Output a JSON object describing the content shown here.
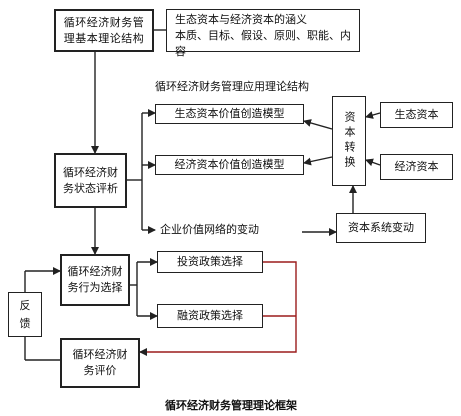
{
  "nodes": {
    "basic_theory": "循环经济财务管理基本理论结构",
    "connotation_line1": "生态资本与经济资本的涵义",
    "connotation_line2": "本质、目标、假设、原则、职能、内容",
    "applied_theory_label": "循环经济财务管理应用理论结构",
    "eco_model": "生态资本价值创造模型",
    "econ_model": "经济资本价值创造模型",
    "capital_conversion": "资本转换",
    "eco_capital": "生态资本",
    "econ_capital": "经济资本",
    "status_eval": "循环经济财务状态评析",
    "value_network": "企业价值网络的变动",
    "capital_system": "资本系统变动",
    "behavior_choice": "循环经济财务行为选择",
    "invest_policy": "投资政策选择",
    "finance_policy": "融资政策选择",
    "feedback": "反馈",
    "finance_eval": "循环经济财务评价"
  },
  "caption": "循环经济财务管理理论框架",
  "colors": {
    "line": "#222222",
    "feedback_line": "#9b1c1c"
  }
}
